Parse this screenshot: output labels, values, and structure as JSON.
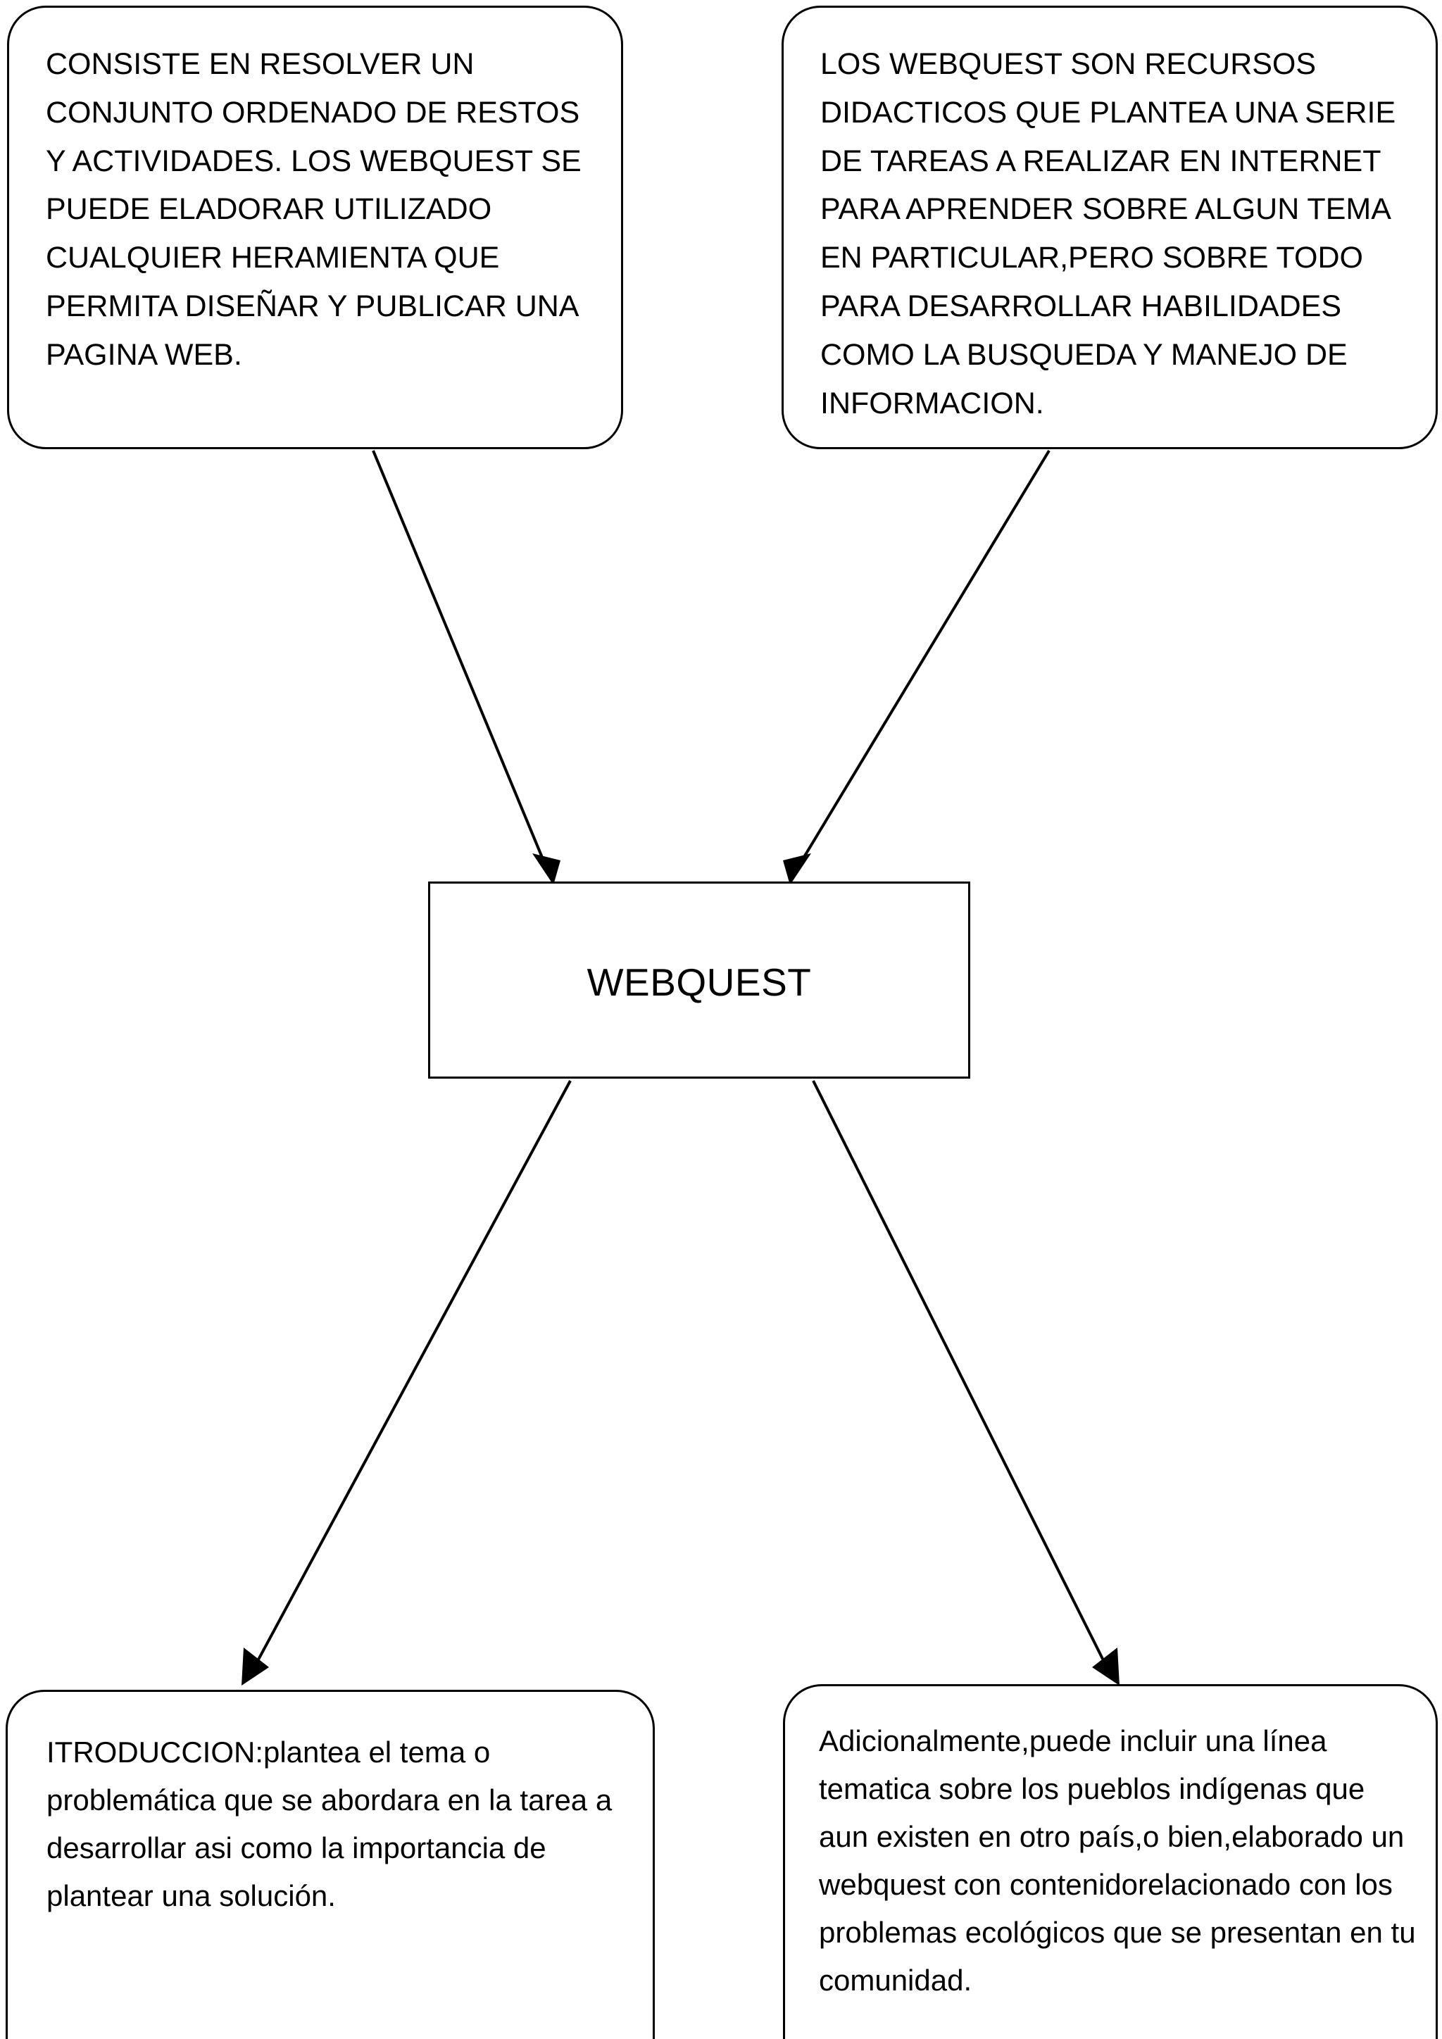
{
  "diagram": {
    "type": "concept-map",
    "title": "WEBQUEST",
    "stroke_color": "#000000",
    "background_color": "#ffffff",
    "nodes": {
      "definition_left": {
        "shape": "rounded-rectangle",
        "text": "CONSISTE EN RESOLVER UN CONJUNTO  ORDENADO DE RESTOS Y ACTIVIDADES. LOS WEBQUEST SE PUEDE ELADORAR UTILIZADO CUALQUIER  HERAMIENTA QUE PERMITA DISEÑAR Y PUBLICAR UNA PAGINA WEB."
      },
      "definition_right": {
        "shape": "rounded-rectangle",
        "text": "LOS WEBQUEST SON RECURSOS DIDACTICOS QUE PLANTEA UNA SERIE DE TAREAS A REALIZAR EN INTERNET PARA APRENDER SOBRE ALGUN TEMA EN PARTICULAR,PERO SOBRE TODO PARA DESARROLLAR HABILIDADES COMO LA BUSQUEDA Y MANEJO DE INFORMACION."
      },
      "center": {
        "shape": "rectangle",
        "label": "WEBQUEST"
      },
      "introduction": {
        "shape": "rounded-rectangle",
        "text": "ITRODUCCION:plantea el tema o problemática que se abordara en la tarea a desarrollar asi como la importancia de plantear una solución."
      },
      "additional": {
        "shape": "rounded-rectangle",
        "text": "Adicionalmente,puede incluir una línea tematica sobre los pueblos indígenas que aun existen en otro país,o bien,elaborado un webquest con contenidorelacionado con los problemas ecológicos que se presentan en tu comunidad."
      }
    },
    "edges": [
      {
        "from": "definition_left",
        "to": "center",
        "arrow": "end"
      },
      {
        "from": "definition_right",
        "to": "center",
        "arrow": "end"
      },
      {
        "from": "center",
        "to": "introduction",
        "arrow": "end"
      },
      {
        "from": "center",
        "to": "additional",
        "arrow": "end"
      }
    ]
  }
}
